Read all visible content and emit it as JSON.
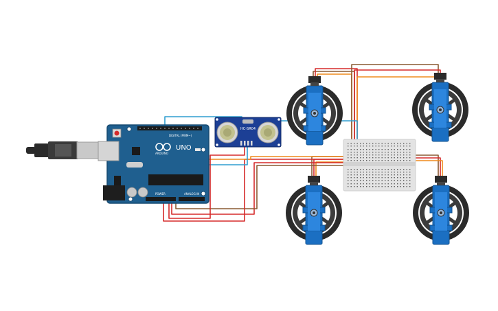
{
  "board": {
    "logo_text": "ARDUINO",
    "model_text": "UNO",
    "digital_label": "DIGITAL (PWM~)",
    "power_label": "POWER",
    "analog_label": "ANALOG IN",
    "colors": {
      "pcb": "#1f5f8f",
      "pcb_edge": "#174a70"
    }
  },
  "sensor": {
    "model_text": "HC-SR04",
    "colors": {
      "pcb": "#1c3f95"
    }
  },
  "breadboard": {
    "colors": {
      "body": "#e3e3e3"
    }
  },
  "servos": {
    "count": 4,
    "colors": {
      "body": "#1b6fc2",
      "wheel": "#2b2b2b",
      "rim": "#4a4a4a"
    }
  },
  "wire_colors": {
    "red": "#d52a2a",
    "brown": "#8a5a32",
    "orange": "#ef8a1c",
    "blue": "#2f9ed1"
  },
  "usb_cable": {
    "colors": {
      "cable": "#2a2a2a",
      "plug": "#c9c9c9"
    }
  }
}
